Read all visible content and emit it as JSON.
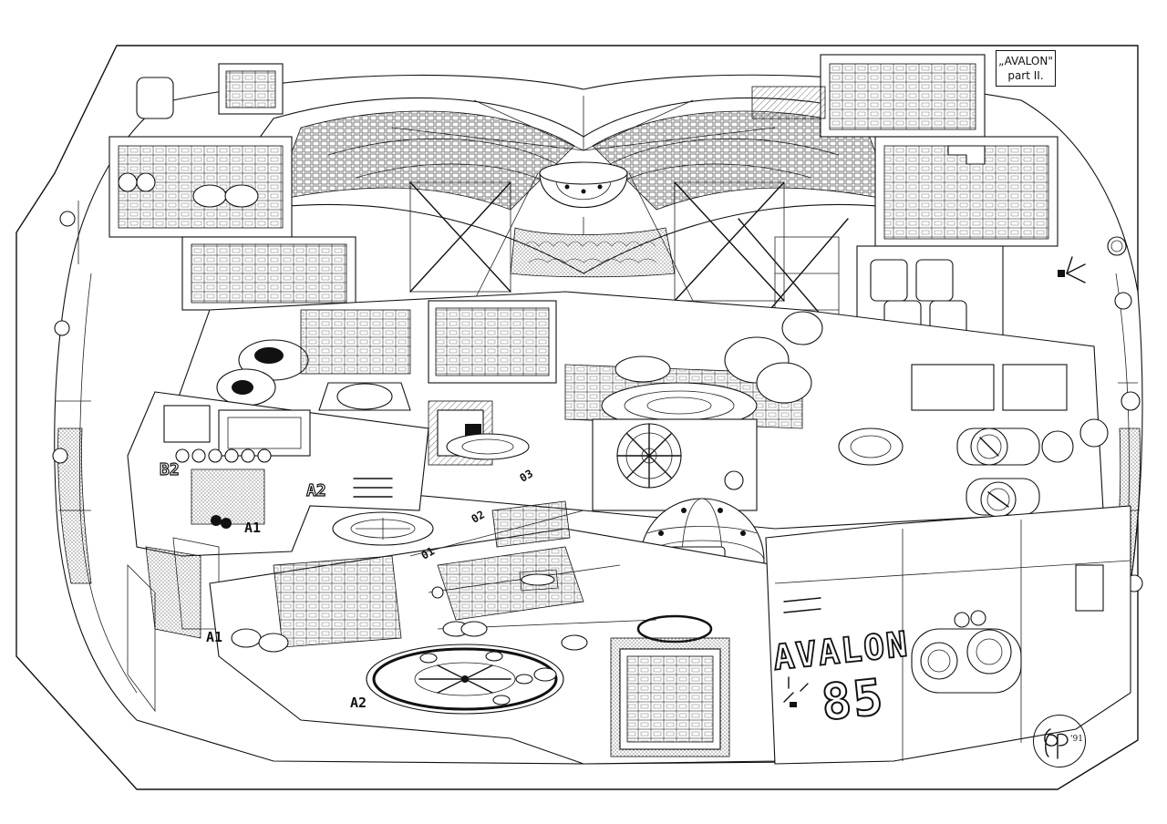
{
  "title_box": {
    "line1": "„AVALON\"",
    "line2": "part II."
  },
  "hull_markings": {
    "name": "AVALON",
    "number": "85"
  },
  "deck_labels": [
    {
      "id": "b2",
      "text": "B2"
    },
    {
      "id": "a2-upper",
      "text": "A2"
    },
    {
      "id": "a1-upper",
      "text": "A1"
    },
    {
      "id": "a1-lower",
      "text": "A1"
    },
    {
      "id": "a2-lower",
      "text": "A2"
    },
    {
      "id": "d1",
      "text": "01"
    },
    {
      "id": "d2",
      "text": "02"
    },
    {
      "id": "d3",
      "text": "03"
    }
  ],
  "signature": {
    "year": "'91"
  }
}
